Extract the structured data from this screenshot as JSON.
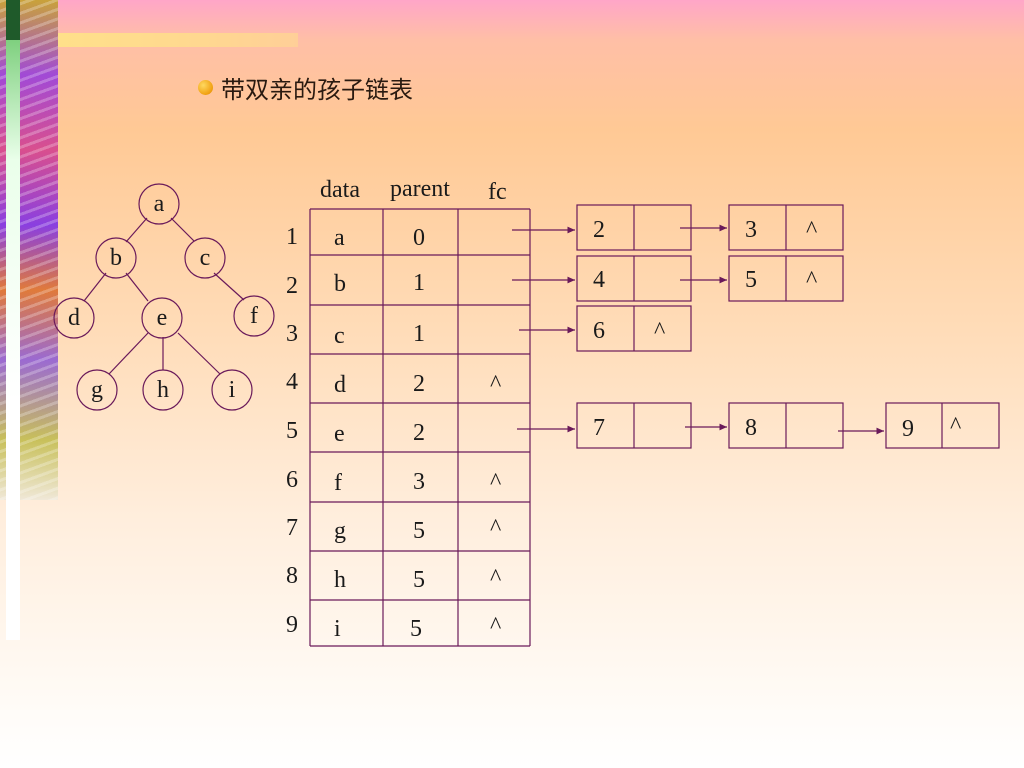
{
  "heading": "带双亲的孩子链表",
  "tree": {
    "nodes": {
      "a": "a",
      "b": "b",
      "c": "c",
      "d": "d",
      "e": "e",
      "f": "f",
      "g": "g",
      "h": "h",
      "i": "i"
    }
  },
  "table": {
    "headers": {
      "data": "data",
      "parent": "parent",
      "fc": "fc"
    },
    "rows": [
      {
        "index": "1",
        "data": "a",
        "parent": "0",
        "fc": ""
      },
      {
        "index": "2",
        "data": "b",
        "parent": "1",
        "fc": ""
      },
      {
        "index": "3",
        "data": "c",
        "parent": "1",
        "fc": ""
      },
      {
        "index": "4",
        "data": "d",
        "parent": "2",
        "fc": "^"
      },
      {
        "index": "5",
        "data": "e",
        "parent": "2",
        "fc": ""
      },
      {
        "index": "6",
        "data": "f",
        "parent": "3",
        "fc": "^"
      },
      {
        "index": "7",
        "data": "g",
        "parent": "5",
        "fc": "^"
      },
      {
        "index": "8",
        "data": "h",
        "parent": "5",
        "fc": "^"
      },
      {
        "index": "9",
        "data": "i",
        "parent": "5",
        "fc": "^"
      }
    ]
  },
  "lists": {
    "row1": [
      {
        "child": "2",
        "next": ""
      },
      {
        "child": "3",
        "next": "^"
      }
    ],
    "row2": [
      {
        "child": "4",
        "next": ""
      },
      {
        "child": "5",
        "next": "^"
      }
    ],
    "row3": [
      {
        "child": "6",
        "next": "^"
      }
    ],
    "row5": [
      {
        "child": "7",
        "next": ""
      },
      {
        "child": "8",
        "next": ""
      },
      {
        "child": "9",
        "next": "^"
      }
    ]
  },
  "colors": {
    "line": "#6a1a5a",
    "bullet": "#f0a010"
  }
}
